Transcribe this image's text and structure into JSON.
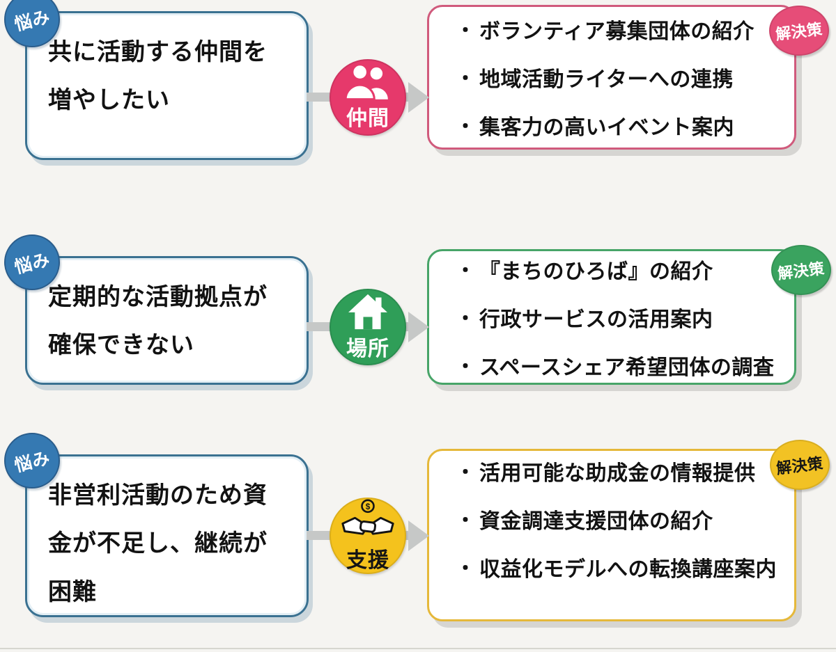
{
  "ui": {
    "bullet": "・",
    "problem_badge_label": "悩み",
    "solution_badge_label": "解決策",
    "colors": {
      "background": "#f5f4f1",
      "problem_border_blue": "#3a7191",
      "problem_badge_blue": "#3579b2",
      "connector_pink": "#e6396b",
      "connector_green": "#2f9e58",
      "connector_yellow": "#f4c21d",
      "solution_border_pink": "#d05a7c",
      "solution_border_green": "#47a468",
      "solution_border_yellow": "#e5b83a",
      "arrow_gray": "#c6c8c7"
    }
  },
  "icons": {
    "dollar": "$"
  },
  "rows": [
    {
      "problem_lines": [
        "共に活動する仲間を",
        "増やしたい"
      ],
      "keyword": "仲間",
      "icon": "people-icon",
      "solutions": [
        "ボランティア募集団体の紹介",
        "地域活動ライターへの連携",
        "集客力の高いイベント案内"
      ]
    },
    {
      "problem_lines": [
        "定期的な活動拠点が",
        "確保できない"
      ],
      "keyword": "場所",
      "icon": "house-icon",
      "solutions": [
        "『まちのひろば』の紹介",
        "行政サービスの活用案内",
        "スペースシェア希望団体の調査"
      ]
    },
    {
      "problem_lines": [
        "非営利活動のため資",
        "金が不足し、継続が",
        "困難"
      ],
      "keyword": "支援",
      "icon": "handshake-icon",
      "solutions": [
        "活用可能な助成金の情報提供",
        "資金調達支援団体の紹介",
        "収益化モデルへの転換講座案内"
      ]
    }
  ]
}
